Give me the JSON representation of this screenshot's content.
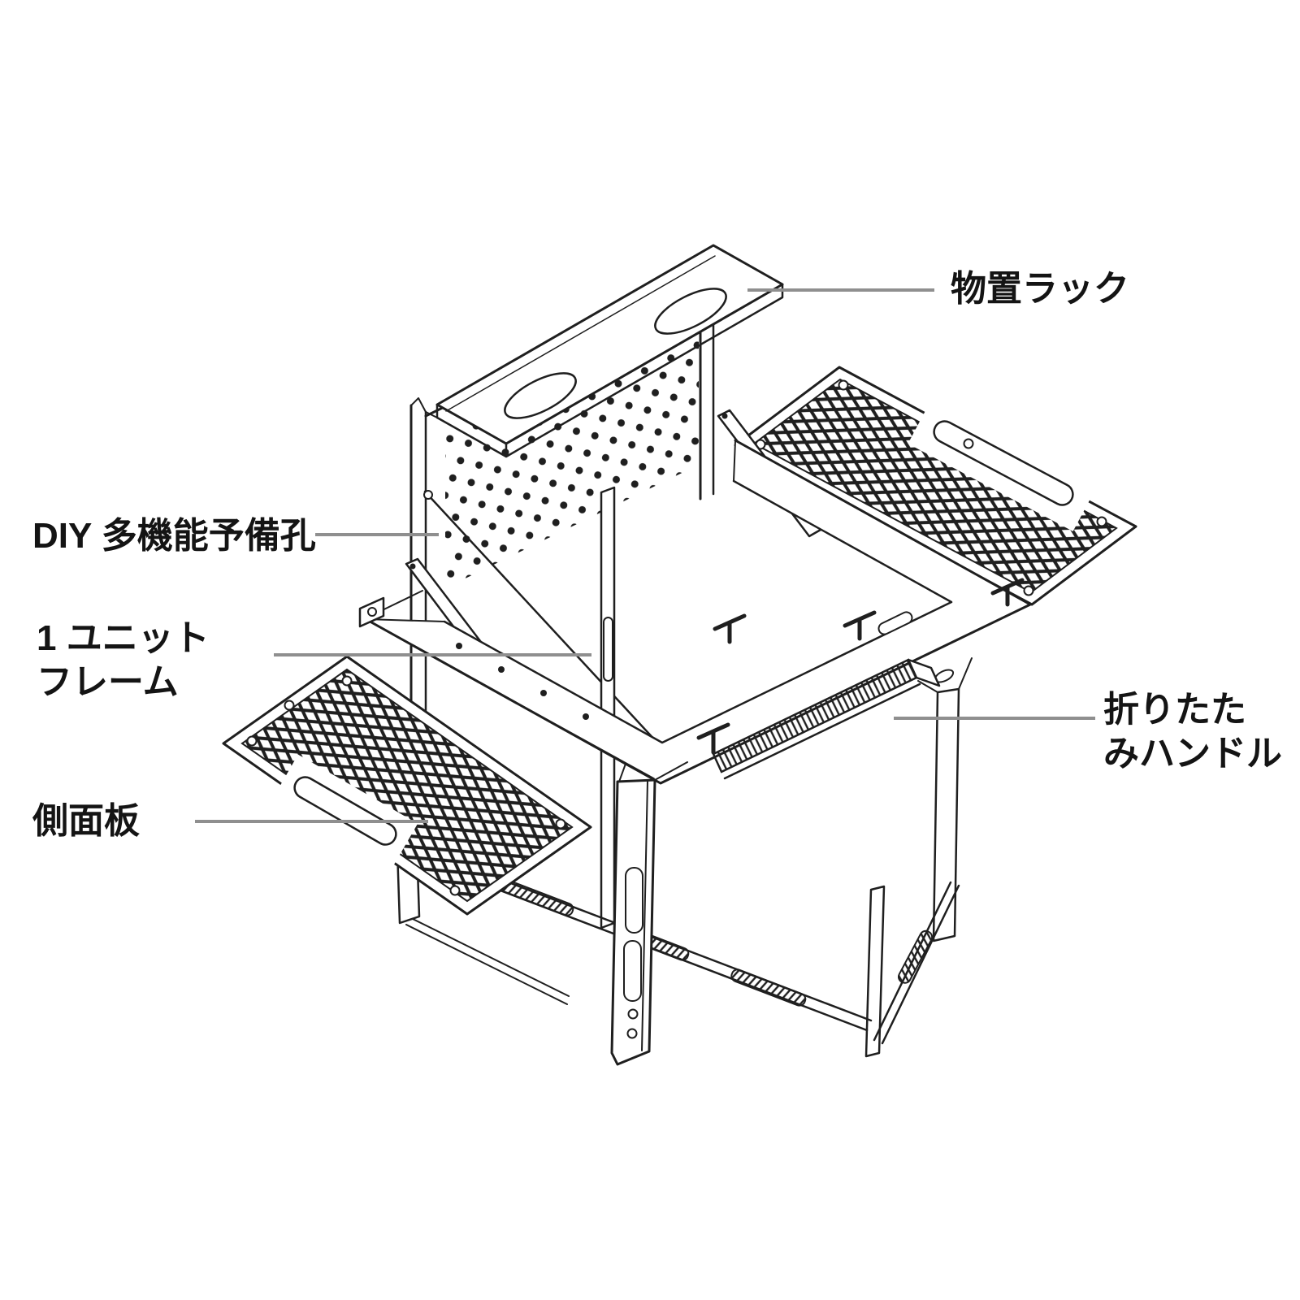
{
  "figure": {
    "type": "technical-line-illustration",
    "background": "#ffffff",
    "line_color": "#1f1f1f",
    "leader_color": "#8f8f8f",
    "text_color": "#141414"
  },
  "labels": {
    "storage_rack": "物置ラック",
    "diy_holes": "DIY 多機能予備孔",
    "unit_frame_line1": "1 ユニット",
    "unit_frame_line2": "フレーム",
    "folding_handle_line1": "折りたた",
    "folding_handle_line2": "みハンドル",
    "side_panel": "側面板"
  }
}
